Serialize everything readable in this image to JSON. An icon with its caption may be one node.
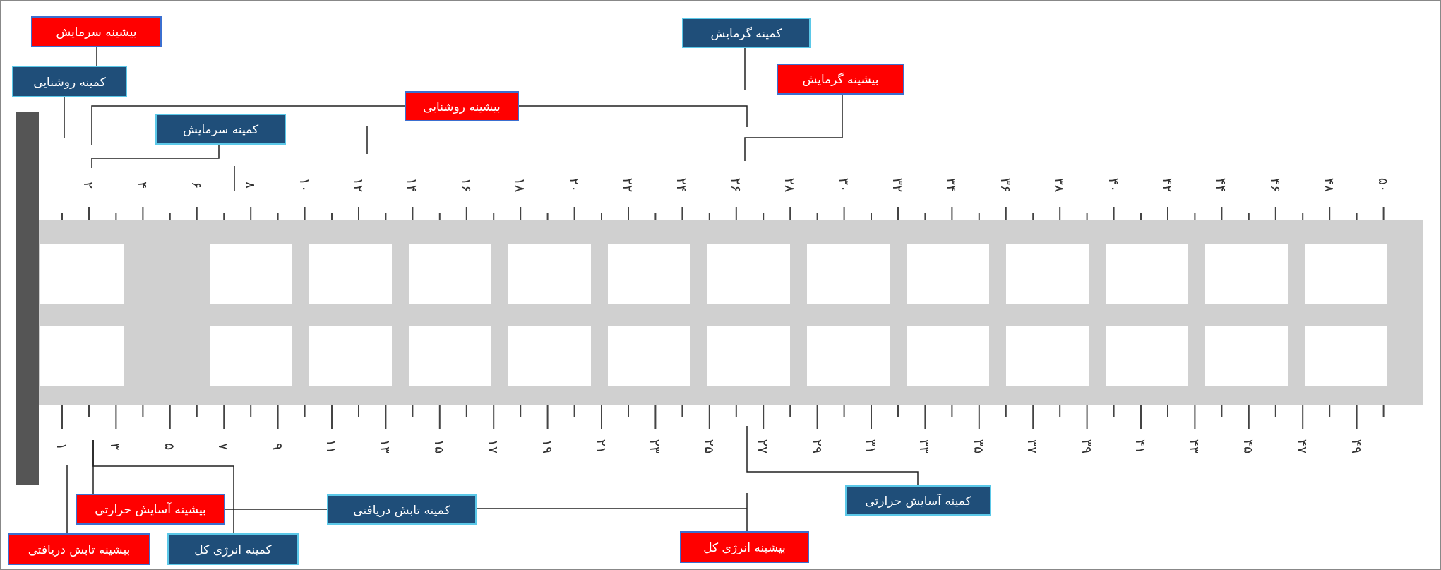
{
  "diagram": {
    "nodes": [
      {
        "text": [
          "بیشینه سرمایش"
        ]
      },
      {
        "text": [
          "کمینه گرمایش"
        ]
      },
      {
        "text": [
          "بیشینه گرمایش"
        ]
      },
      {
        "text": [
          "کمینه روشنایی"
        ]
      },
      {
        "text": [
          "بیشینه روشنایی"
        ]
      },
      {
        "text": [
          "کمینه سرمایش"
        ]
      },
      {
        "text": [
          "کمینه آسایش حرارتی"
        ]
      },
      {
        "text": [
          "بیشینه آسایش حرارتی"
        ]
      },
      {
        "text": [
          "کمینه تابش دریافتی"
        ]
      },
      {
        "text": [
          "بیشینه تابش دریافتی"
        ]
      },
      {
        "text": [
          "کمینه انرژی کل"
        ]
      },
      {
        "text": [
          "بیشینه انرژی کل"
        ]
      }
    ],
    "edges": [
      {
        "from": 0,
        "to": 3,
        "arrow": "none"
      },
      {
        "from": 1,
        "to": null,
        "arrow": "none"
      },
      {
        "from": 2,
        "to": null,
        "arrow": "none"
      },
      {
        "from": 3,
        "to": null,
        "arrow": "none"
      },
      {
        "from": 4,
        "to": null,
        "arrow": "none"
      },
      {
        "from": 4,
        "to": null,
        "arrow": "none"
      },
      {
        "from": 5,
        "to": null,
        "arrow": "none"
      },
      {
        "from": 6,
        "to": null,
        "arrow": "none"
      },
      {
        "from": 7,
        "to": null,
        "arrow": "none"
      },
      {
        "from": 8,
        "to": 7,
        "arrow": "none"
      },
      {
        "from": 8,
        "to": null,
        "arrow": "none"
      },
      {
        "from": 11,
        "to": null,
        "arrow": "none"
      },
      {
        "from": 9,
        "to": null,
        "arrow": "none"
      },
      {
        "from": 10,
        "to": null,
        "arrow": "none"
      }
    ],
    "labels": [
      "۲",
      "۴",
      "۶",
      "۸",
      "۱۰",
      "۱۲",
      "۱۴",
      "۱۶",
      "۱۸",
      "۲۰",
      "۲۲",
      "۲۴",
      "۲۶",
      "۲۸",
      "۳۰",
      "۳۲",
      "۳۴",
      "۳۶",
      "۳۸",
      "۴۰",
      "۴۲",
      "۴۴",
      "۴۶",
      "۴۸",
      "۵۰",
      "۱",
      "۳",
      "۵",
      "۷",
      "۹",
      "۱۱",
      "۱۳",
      "۱۵",
      "۱۷",
      "۱۹",
      "۲۱",
      "۲۳",
      "۲۵",
      "۲۷",
      "۲۹",
      "۳۱",
      "۳۳",
      "۳۵",
      "۳۷",
      "۳۹",
      "۴۱",
      "۴۳",
      "۴۵",
      "۴۷",
      "۴۹"
    ]
  }
}
